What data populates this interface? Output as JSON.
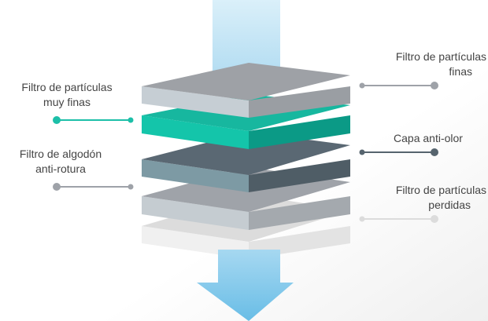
{
  "colors": {
    "teal": "#1cbfa8",
    "dark_slate": "#56646e",
    "light_gray": "#9ea2a8",
    "faint": "#dcdcdc",
    "flow_blue": "#7cc6ea",
    "text": "#444444"
  },
  "labels": {
    "left_1": {
      "line1": "Filtro de partículas",
      "line2": "muy finas",
      "color": "#1cbfa8"
    },
    "left_2": {
      "line1": "Filtro de algodón",
      "line2": "anti-rotura",
      "color": "#9ea2a8"
    },
    "right_1": {
      "line1": "Filtro de partículas",
      "line2": "finas",
      "color": "#9ea2a8"
    },
    "right_2": {
      "line1": "Capa anti-olor",
      "color": "#56646e"
    },
    "right_3": {
      "line1": "Filtro de partículas",
      "line2": "perdidas",
      "color": "#dcdcdc"
    }
  },
  "icons": {
    "inflow": "arrow-in-icon",
    "outflow": "arrow-down-icon"
  }
}
